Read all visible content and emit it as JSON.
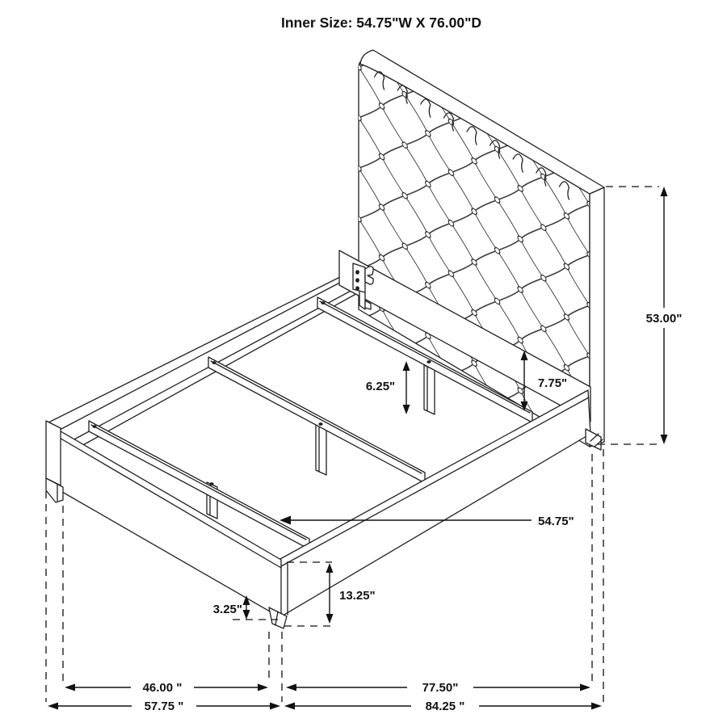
{
  "title": "Inner Size: 54.75\"W X 76.00\"D",
  "diagram": "bed-frame-dimension-drawing",
  "colors": {
    "line": "#1f1f1f",
    "text": "#111111",
    "background": "#ffffff"
  },
  "dimensions": {
    "headboard_height": "53.00\"",
    "rail_height": "7.75\"",
    "center_leg_height": "6.25\"",
    "slat_length": "54.75\"",
    "footboard_height": "13.25\"",
    "corner_leg_height": "3.25\"",
    "width_between_legs": "46.00 \"",
    "overall_width": "57.75 \"",
    "depth_between_legs": "77.50\"",
    "overall_depth": "84.25 \""
  }
}
